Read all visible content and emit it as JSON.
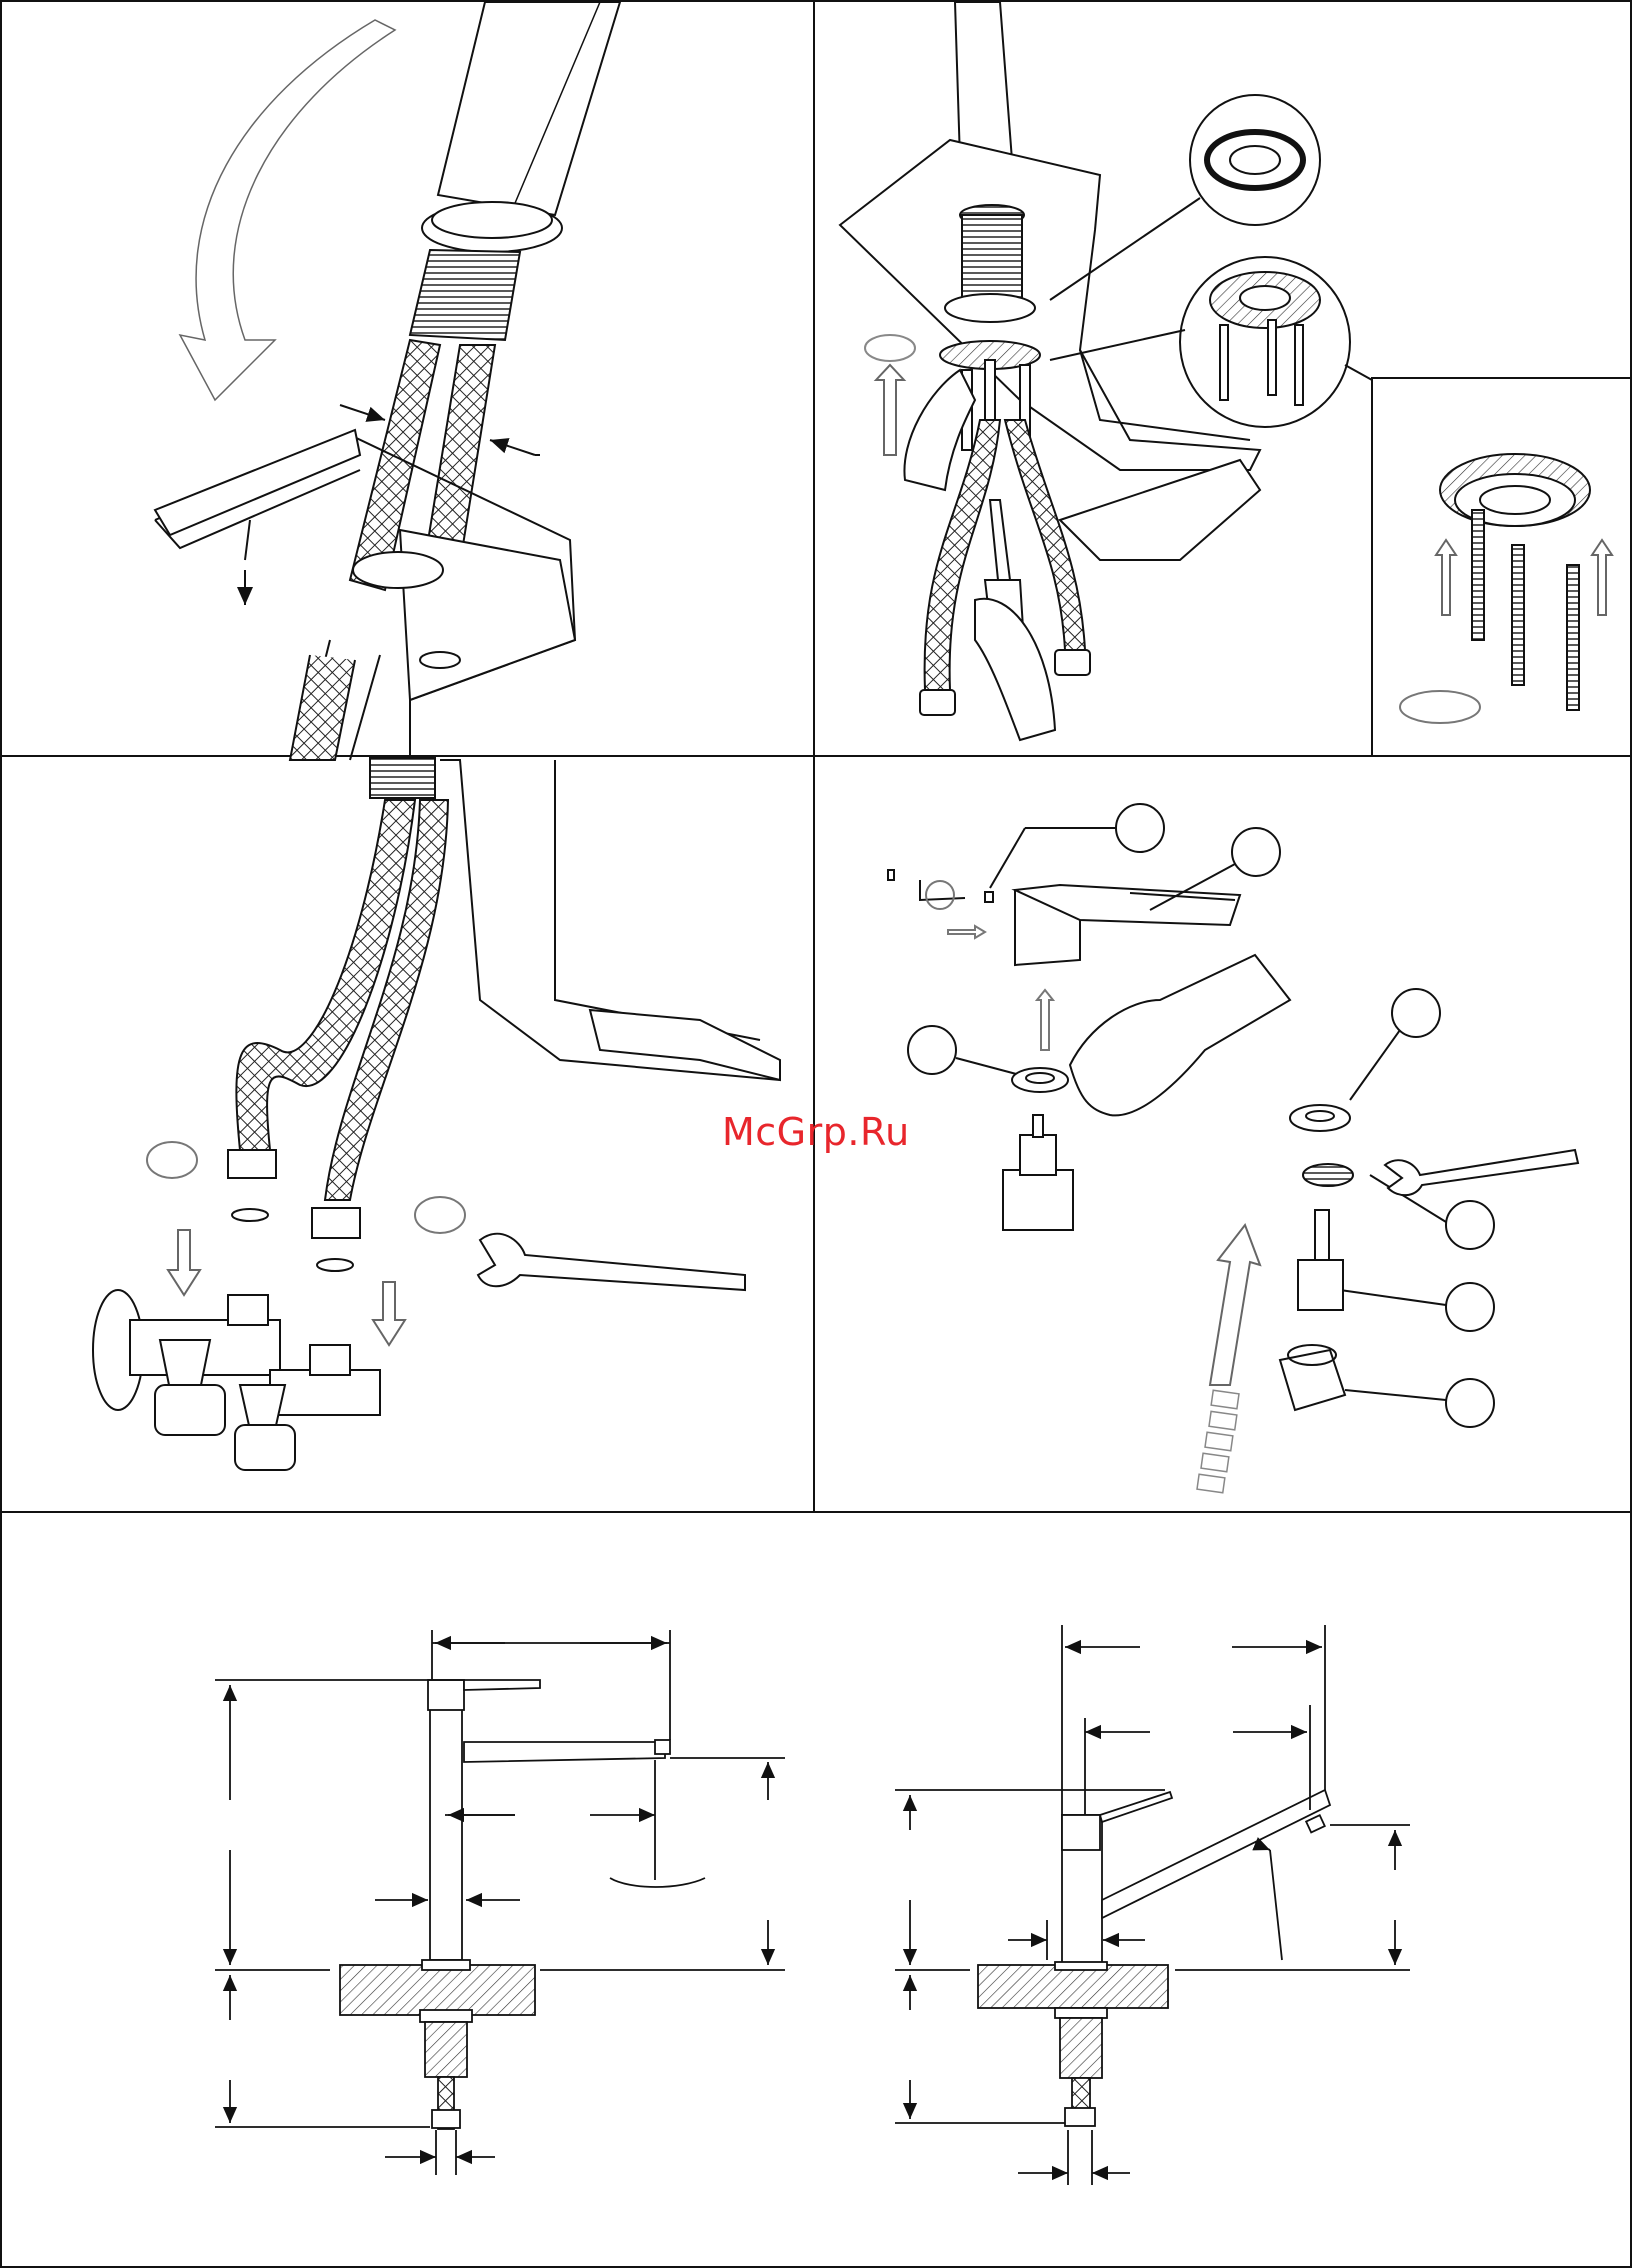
{
  "watermark": {
    "text": "McGrp.Ru",
    "color": "#e8262c"
  },
  "panels": [
    {
      "id": "step-1",
      "content": "hose-insertion-through-sink"
    },
    {
      "id": "step-2",
      "content": "mounting-ring-and-screws-assembly"
    },
    {
      "id": "step-2-detail",
      "content": "mounting-ring-detail"
    },
    {
      "id": "step-3",
      "content": "hose-connection-to-angle-valves"
    },
    {
      "id": "step-4",
      "content": "lever-and-cartridge-replacement"
    },
    {
      "id": "step-5",
      "content": "dimension-drawings"
    }
  ],
  "icons": [
    "rotate-arrow-icon",
    "up-arrow-icon",
    "down-arrow-icon",
    "wrench-icon",
    "screwdriver-icon",
    "hand-icon",
    "hex-key-icon"
  ],
  "line_color": "#111111",
  "arrow_outline_color": "#555555"
}
